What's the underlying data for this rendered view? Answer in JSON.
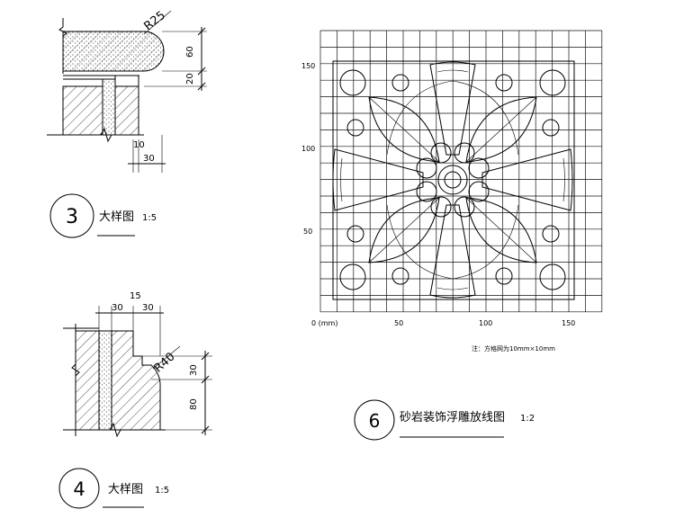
{
  "detail3": {
    "number": "3",
    "title": "大样图",
    "scale": "1:5",
    "dims": {
      "radius": "R25",
      "d60": "60",
      "d20": "20",
      "d10": "10",
      "d30": "30"
    }
  },
  "detail4": {
    "number": "4",
    "title": "大样图",
    "scale": "1:5",
    "dims": {
      "d15": "15",
      "d30a": "30",
      "d30b": "30",
      "radius": "R40",
      "d30v": "30",
      "d80": "80"
    }
  },
  "detail6": {
    "number": "6",
    "title": "砂岩装饰浮雕放线图",
    "scale": "1:2",
    "note": "注：方格网为10mm×10mm",
    "x_ticks": [
      "0 (mm)",
      "50",
      "100",
      "150"
    ],
    "y_ticks": [
      "150",
      "100",
      "50"
    ]
  }
}
